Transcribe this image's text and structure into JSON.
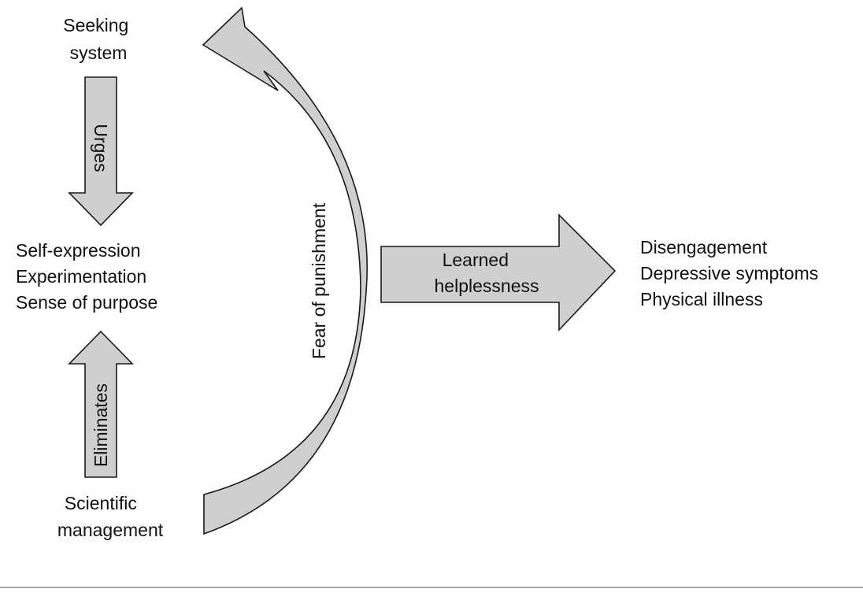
{
  "nodes": {
    "seeking_system": {
      "lines": [
        "Seeking",
        "system"
      ]
    },
    "center_outcomes": {
      "lines": [
        "Self-expression",
        "Experimentation",
        "Sense of purpose"
      ]
    },
    "scientific_management": {
      "lines": [
        "Scientific",
        "management"
      ]
    },
    "right_outcomes": {
      "lines": [
        "Disengagement",
        "Depressive symptoms",
        "Physical illness"
      ]
    }
  },
  "arrows": {
    "urges": {
      "label": "Urges"
    },
    "eliminates": {
      "label": "Eliminates"
    },
    "fear_of_punishment": {
      "label": "Fear of punishment"
    },
    "learned_helplessness": {
      "lines": [
        "Learned",
        "helplessness"
      ]
    }
  },
  "colors": {
    "arrow_fill": "#cfcfcf",
    "arrow_stroke": "#1a1a1a",
    "text": "#111111",
    "rule": "#8a8a8a"
  }
}
